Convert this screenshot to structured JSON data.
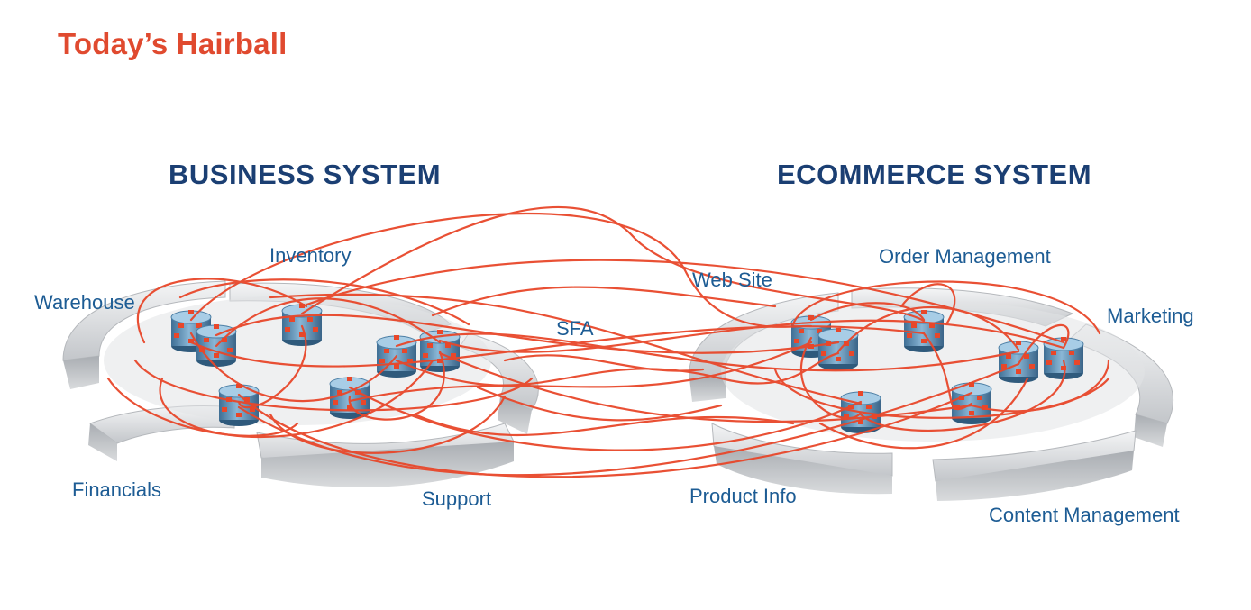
{
  "slide": {
    "title": "Today’s Hairball",
    "business_heading": "BUSINESS SYSTEM",
    "ecommerce_heading": "ECOMMERCE SYSTEM"
  },
  "labels": {
    "warehouse": "Warehouse",
    "inventory": "Inventory",
    "financials": "Financials",
    "support": "Support",
    "sfa": "SFA",
    "web_site": "Web Site",
    "order_management": "Order Management",
    "marketing": "Marketing",
    "product_info": "Product Info",
    "content_management": "Content Management"
  },
  "colors": {
    "title": "#e04a2f",
    "heading": "#1b3f73",
    "label": "#1d5c94",
    "connection": "#e8472a",
    "database": "#5b8fb5",
    "platform": "#c9cbce"
  }
}
